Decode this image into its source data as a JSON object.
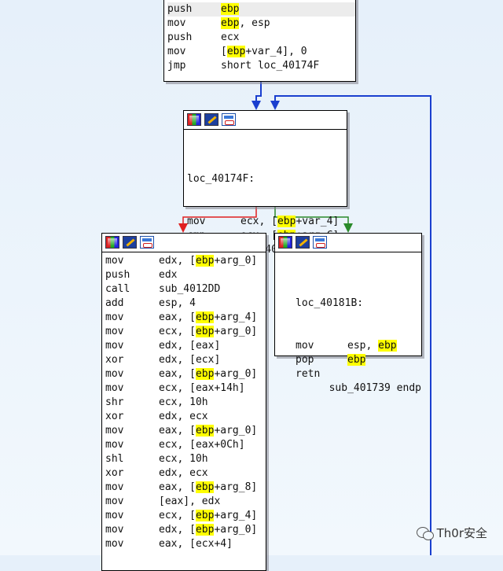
{
  "block_top": {
    "lines": [
      {
        "m": "push",
        "parts": [
          {
            "t": "ebp",
            "h": true
          }
        ]
      },
      {
        "m": "mov",
        "parts": [
          {
            "t": "ebp",
            "h": true
          },
          {
            "t": ", esp"
          }
        ]
      },
      {
        "m": "push",
        "parts": [
          {
            "t": "ecx"
          }
        ]
      },
      {
        "m": "mov",
        "parts": [
          {
            "t": "["
          },
          {
            "t": "ebp",
            "h": true
          },
          {
            "t": "+var_4], 0"
          }
        ]
      },
      {
        "m": "jmp",
        "parts": [
          {
            "t": "short loc_40174F"
          }
        ]
      }
    ]
  },
  "block_loop": {
    "label": "loc_40174F:",
    "lines": [
      {
        "m": "mov",
        "parts": [
          {
            "t": "ecx, ["
          },
          {
            "t": "ebp",
            "h": true
          },
          {
            "t": "+var_4]"
          }
        ]
      },
      {
        "m": "cmp",
        "parts": [
          {
            "t": "ecx, ["
          },
          {
            "t": "ebp",
            "h": true
          },
          {
            "t": "+arg_C]"
          }
        ]
      },
      {
        "m": "jnb",
        "parts": [
          {
            "t": "loc_40181B"
          }
        ]
      }
    ]
  },
  "block_body": {
    "lines": [
      {
        "m": "mov",
        "parts": [
          {
            "t": "edx, ["
          },
          {
            "t": "ebp",
            "h": true
          },
          {
            "t": "+arg_0]"
          }
        ]
      },
      {
        "m": "push",
        "parts": [
          {
            "t": "edx"
          }
        ]
      },
      {
        "m": "call",
        "parts": [
          {
            "t": "sub_4012DD"
          }
        ]
      },
      {
        "m": "add",
        "parts": [
          {
            "t": "esp, 4"
          }
        ]
      },
      {
        "m": "mov",
        "parts": [
          {
            "t": "eax, ["
          },
          {
            "t": "ebp",
            "h": true
          },
          {
            "t": "+arg_4]"
          }
        ]
      },
      {
        "m": "mov",
        "parts": [
          {
            "t": "ecx, ["
          },
          {
            "t": "ebp",
            "h": true
          },
          {
            "t": "+arg_0]"
          }
        ]
      },
      {
        "m": "mov",
        "parts": [
          {
            "t": "edx, [eax]"
          }
        ]
      },
      {
        "m": "xor",
        "parts": [
          {
            "t": "edx, [ecx]"
          }
        ]
      },
      {
        "m": "mov",
        "parts": [
          {
            "t": "eax, ["
          },
          {
            "t": "ebp",
            "h": true
          },
          {
            "t": "+arg_0]"
          }
        ]
      },
      {
        "m": "mov",
        "parts": [
          {
            "t": "ecx, [eax+14h]"
          }
        ]
      },
      {
        "m": "shr",
        "parts": [
          {
            "t": "ecx, 10h"
          }
        ]
      },
      {
        "m": "xor",
        "parts": [
          {
            "t": "edx, ecx"
          }
        ]
      },
      {
        "m": "mov",
        "parts": [
          {
            "t": "eax, ["
          },
          {
            "t": "ebp",
            "h": true
          },
          {
            "t": "+arg_0]"
          }
        ]
      },
      {
        "m": "mov",
        "parts": [
          {
            "t": "ecx, [eax+0Ch]"
          }
        ]
      },
      {
        "m": "shl",
        "parts": [
          {
            "t": "ecx, 10h"
          }
        ]
      },
      {
        "m": "xor",
        "parts": [
          {
            "t": "edx, ecx"
          }
        ]
      },
      {
        "m": "mov",
        "parts": [
          {
            "t": "eax, ["
          },
          {
            "t": "ebp",
            "h": true
          },
          {
            "t": "+arg_8]"
          }
        ]
      },
      {
        "m": "mov",
        "parts": [
          {
            "t": "[eax], edx"
          }
        ]
      },
      {
        "m": "mov",
        "parts": [
          {
            "t": "ecx, ["
          },
          {
            "t": "ebp",
            "h": true
          },
          {
            "t": "+arg_4]"
          }
        ]
      },
      {
        "m": "mov",
        "parts": [
          {
            "t": "edx, ["
          },
          {
            "t": "ebp",
            "h": true
          },
          {
            "t": "+arg_0]"
          }
        ]
      },
      {
        "m": "mov",
        "parts": [
          {
            "t": "eax, [ecx+4]"
          }
        ]
      }
    ]
  },
  "block_exit": {
    "label": "loc_40181B:",
    "lines": [
      {
        "m": "mov",
        "parts": [
          {
            "t": "esp, "
          },
          {
            "t": "ebp",
            "h": true
          }
        ]
      },
      {
        "m": "pop",
        "parts": [
          {
            "t": "ebp",
            "h": true
          }
        ]
      },
      {
        "m": "retn",
        "parts": []
      },
      {
        "m": "",
        "parts": [
          {
            "t": "sub_401739 endp"
          }
        ]
      }
    ]
  },
  "edge_colors": {
    "unconditional": "#1a3fcf",
    "taken": "#2a8a2a",
    "not_taken": "#e02020",
    "loop_back": "#1a3fcf"
  },
  "watermark": {
    "text": "Th0r安全",
    "icon": "wechat-icon"
  }
}
